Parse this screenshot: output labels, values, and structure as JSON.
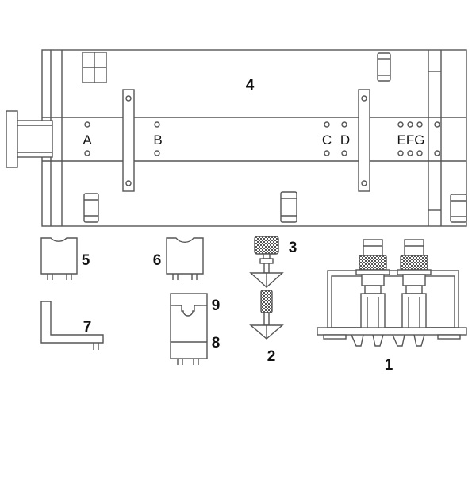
{
  "diagram": {
    "stroke_color": "#555555",
    "knurl_color": "#555555",
    "background": "#ffffff",
    "part_labels": {
      "p1": "1",
      "p2": "2",
      "p3": "3",
      "p4": "4",
      "p5": "5",
      "p6": "6",
      "p7": "7",
      "p8": "8",
      "p9": "9"
    },
    "position_labels": {
      "a": "A",
      "b": "B",
      "c": "C",
      "d": "D",
      "efg": "EFG"
    }
  }
}
